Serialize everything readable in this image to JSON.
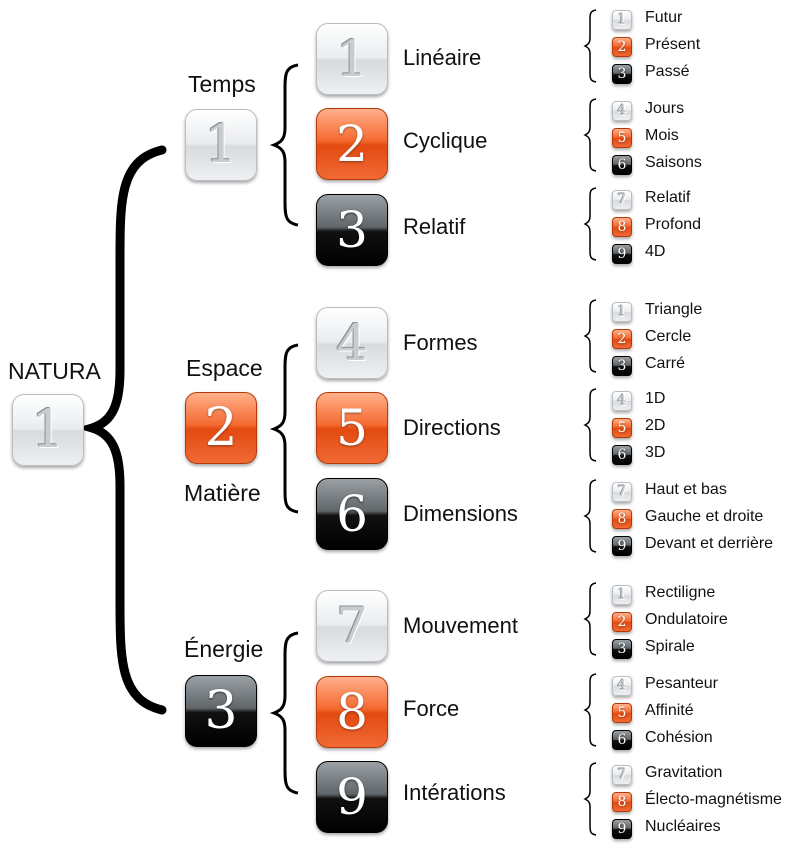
{
  "root": {
    "label": "NATURA",
    "number": "1"
  },
  "categories": [
    {
      "label": "Temps",
      "number": "1"
    },
    {
      "label": "Espace",
      "label2": "Matière",
      "number": "2"
    },
    {
      "label": "Énergie",
      "number": "3"
    }
  ],
  "subs": [
    {
      "number": "1",
      "label": "Linéaire"
    },
    {
      "number": "2",
      "label": "Cyclique"
    },
    {
      "number": "3",
      "label": "Relatif"
    },
    {
      "number": "4",
      "label": "Formes"
    },
    {
      "number": "5",
      "label": "Directions"
    },
    {
      "number": "6",
      "label": "Dimensions"
    },
    {
      "number": "7",
      "label": "Mouvement"
    },
    {
      "number": "8",
      "label": "Force"
    },
    {
      "number": "9",
      "label": "Intérations"
    }
  ],
  "leaves": [
    [
      {
        "n": "1",
        "t": "Futur"
      },
      {
        "n": "2",
        "t": "Présent"
      },
      {
        "n": "3",
        "t": "Passé"
      }
    ],
    [
      {
        "n": "4",
        "t": "Jours"
      },
      {
        "n": "5",
        "t": "Mois"
      },
      {
        "n": "6",
        "t": "Saisons"
      }
    ],
    [
      {
        "n": "7",
        "t": "Relatif"
      },
      {
        "n": "8",
        "t": "Profond"
      },
      {
        "n": "9",
        "t": "4D"
      }
    ],
    [
      {
        "n": "1",
        "t": "Triangle"
      },
      {
        "n": "2",
        "t": "Cercle"
      },
      {
        "n": "3",
        "t": "Carré"
      }
    ],
    [
      {
        "n": "4",
        "t": "1D"
      },
      {
        "n": "5",
        "t": "2D"
      },
      {
        "n": "6",
        "t": "3D"
      }
    ],
    [
      {
        "n": "7",
        "t": "Haut et bas"
      },
      {
        "n": "8",
        "t": "Gauche et droite"
      },
      {
        "n": "9",
        "t": "Devant et derrière"
      }
    ],
    [
      {
        "n": "1",
        "t": "Rectiligne"
      },
      {
        "n": "2",
        "t": "Ondulatoire"
      },
      {
        "n": "3",
        "t": "Spirale"
      }
    ],
    [
      {
        "n": "4",
        "t": "Pesanteur"
      },
      {
        "n": "5",
        "t": "Affinité"
      },
      {
        "n": "6",
        "t": "Cohésion"
      }
    ],
    [
      {
        "n": "7",
        "t": "Gravitation"
      },
      {
        "n": "8",
        "t": "Électo-magnétisme"
      },
      {
        "n": "9",
        "t": "Nucléaires"
      }
    ]
  ],
  "colors": {
    "white": "#e9ecef",
    "orange": "#f05a22",
    "black": "#111111"
  }
}
